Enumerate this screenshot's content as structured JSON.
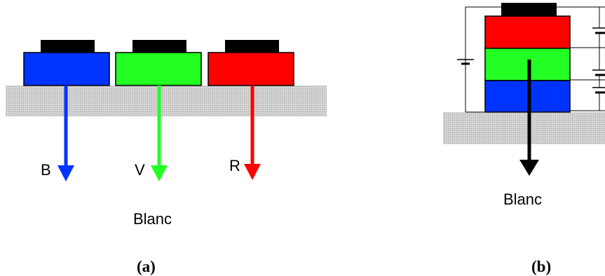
{
  "colors": {
    "blue": "#0033ff",
    "green": "#22ff22",
    "red": "#ff0000",
    "black": "#000000",
    "substrate": "#c8c8c8"
  },
  "panel_a": {
    "leds": [
      {
        "color": "blue",
        "arrow_label": "B"
      },
      {
        "color": "green",
        "arrow_label": "V"
      },
      {
        "color": "red",
        "arrow_label": "R"
      }
    ],
    "output_label": "Blanc",
    "caption": "(a)"
  },
  "panel_b": {
    "stack": [
      "red",
      "green",
      "blue"
    ],
    "output_label": "Blanc",
    "caption": "(b)"
  }
}
